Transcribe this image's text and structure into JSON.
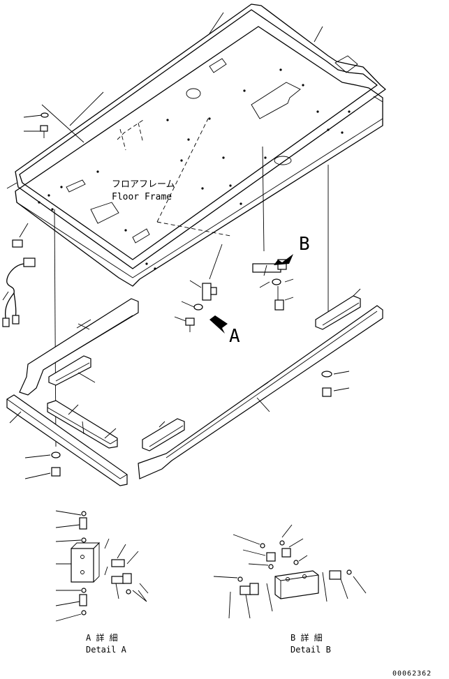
{
  "floor_frame": {
    "label_jp": "フロアフレーム",
    "label_en": "Floor Frame"
  },
  "callouts": {
    "view_a": "A",
    "view_b": "B"
  },
  "detail_a": {
    "label_jp": "A 詳 細",
    "label_en": "Detail A"
  },
  "detail_b": {
    "label_jp": "B 詳 細",
    "label_en": "Detail B"
  },
  "drawing_number": "00062362"
}
